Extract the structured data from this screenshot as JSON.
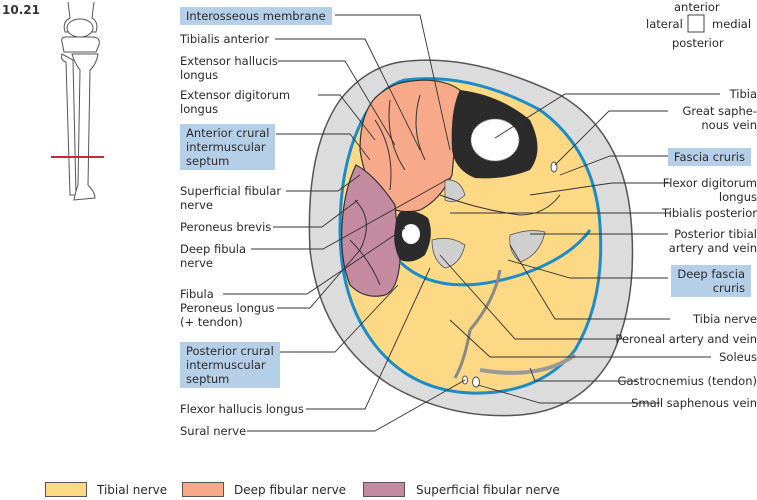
{
  "figure_number": "10.21",
  "orientation": {
    "anterior": "anterior",
    "lateral": "lateral",
    "medial": "medial",
    "posterior": "posterior"
  },
  "left_labels": [
    {
      "text": "Interosseous membrane",
      "highlight": true
    },
    {
      "text": "Tibialis anterior",
      "highlight": false
    },
    {
      "text": "Extensor hallucis\nlongus",
      "highlight": false
    },
    {
      "text": "Extensor digitorum\nlongus",
      "highlight": false
    },
    {
      "text": "Anterior crural\nintermuscular\nseptum",
      "highlight": true
    },
    {
      "text": "Superficial fibular\nnerve",
      "highlight": false
    },
    {
      "text": "Peroneus brevis",
      "highlight": false
    },
    {
      "text": "Deep fibula\nnerve",
      "highlight": false
    },
    {
      "text": "Fibula",
      "highlight": false
    },
    {
      "text": "Peroneus longus\n(+ tendon)",
      "highlight": false
    },
    {
      "text": "Posterior crural\nintermuscular\nseptum",
      "highlight": true
    },
    {
      "text": "Flexor hallucis longus",
      "highlight": false
    },
    {
      "text": "Sural nerve",
      "highlight": false
    }
  ],
  "right_labels": [
    {
      "text": "Tibia",
      "highlight": false
    },
    {
      "text": "Great saphe-\nnous vein",
      "highlight": false
    },
    {
      "text": "Fascia cruris",
      "highlight": true
    },
    {
      "text": "Flexor digitorum\nlongus",
      "highlight": false
    },
    {
      "text": "Tibialis posterior",
      "highlight": false
    },
    {
      "text": "Posterior tibial\nartery and vein",
      "highlight": false
    },
    {
      "text": "Deep fascia\ncruris",
      "highlight": true
    },
    {
      "text": "Tibia nerve",
      "highlight": false
    },
    {
      "text": "Peroneal artery and vein",
      "highlight": false
    },
    {
      "text": "Soleus",
      "highlight": false
    },
    {
      "text": "Gastrocnemius (tendon)",
      "highlight": false
    },
    {
      "text": "Small saphenous vein",
      "highlight": false
    }
  ],
  "legend": [
    {
      "label": "Tibial nerve",
      "color": "#fdd985"
    },
    {
      "label": "Deep fibular nerve",
      "color": "#f8a98a"
    },
    {
      "label": "Superficial fibular nerve",
      "color": "#c48ba0"
    }
  ],
  "colors": {
    "highlight_box": "#b6cfe8",
    "fascia_blue": "#1a8cc8",
    "skin_gray": "#dcdcdc",
    "bone_black": "#2b2b2b",
    "section_line_red": "#c8283a"
  }
}
